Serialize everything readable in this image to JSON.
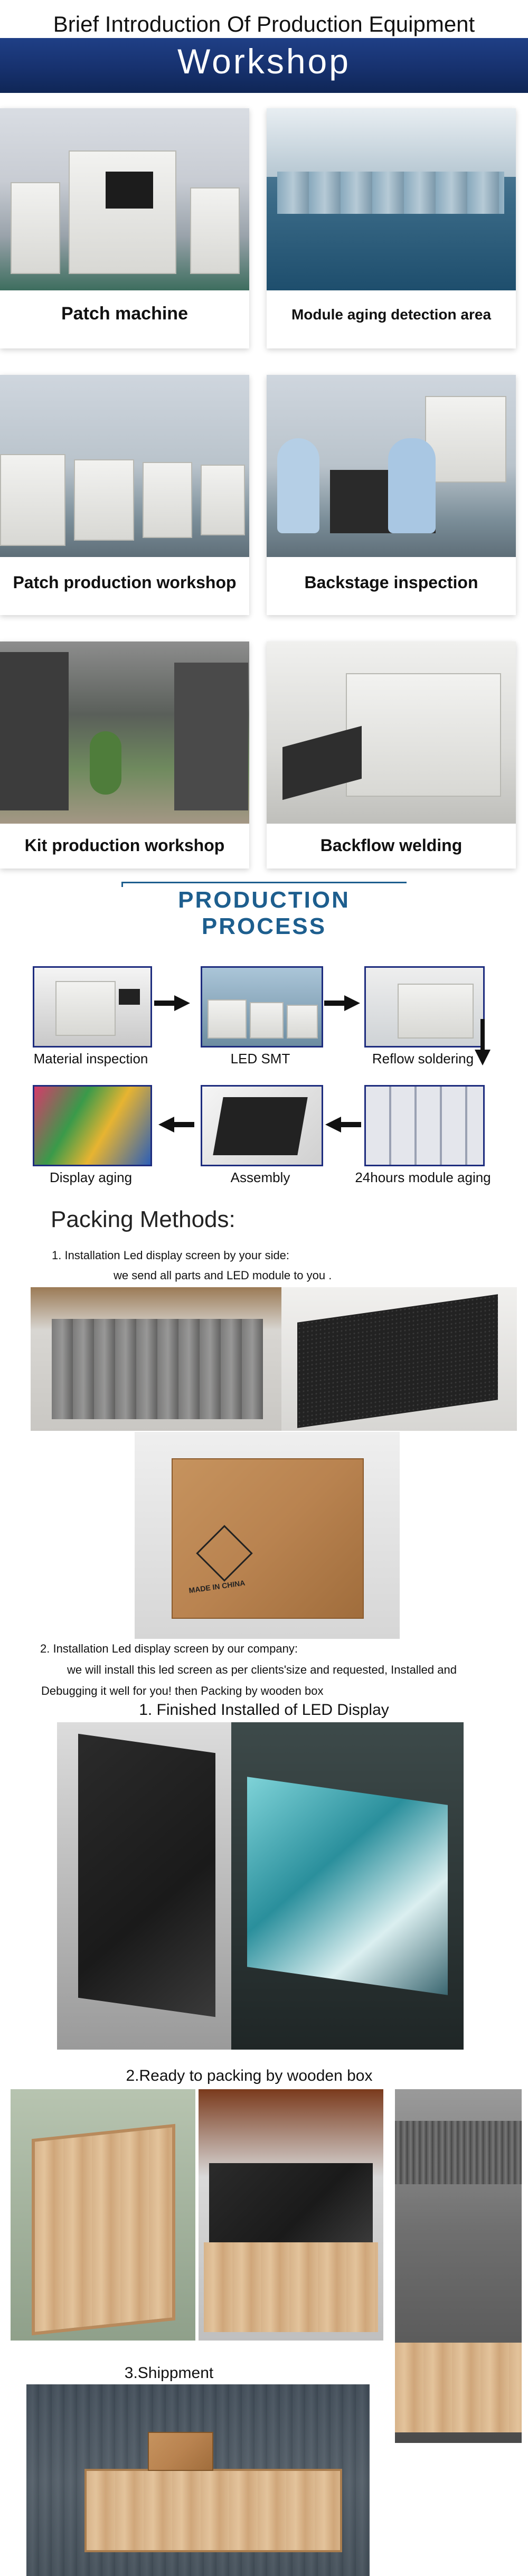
{
  "header": {
    "intro_title": "Brief Introduction Of Production Equipment",
    "banner_title": "Workshop"
  },
  "workshop": {
    "items": [
      {
        "caption": "Patch machine"
      },
      {
        "caption": "Module aging detection area"
      },
      {
        "caption": "Patch production workshop"
      },
      {
        "caption": "Backstage inspection"
      },
      {
        "caption": "Kit production workshop"
      },
      {
        "caption": "Backflow welding"
      }
    ]
  },
  "process": {
    "title": "PRODUCTION PROCESS",
    "steps": [
      {
        "label": "Material inspection"
      },
      {
        "label": "LED SMT"
      },
      {
        "label": "Reflow soldering"
      },
      {
        "label": "Display aging"
      },
      {
        "label": "Assembly"
      },
      {
        "label": "24hours module aging"
      }
    ]
  },
  "packing": {
    "title": "Packing Methods:",
    "method1_heading": "1. Installation Led display screen by your side:",
    "method1_text": "we send all parts and LED module to you .",
    "box_label": "MADE IN CHINA",
    "method2_heading": "2. Installation Led display screen by our company:",
    "method2_text_line1": "we will install this led screen as per clients'size and requested, Installed and",
    "method2_text_line2": "Debugging it well for you! then Packing by wooden box",
    "step1": "1. Finished Installed of LED Display",
    "step2": "2.Ready to packing by wooden box",
    "step3": "3.Shippment"
  }
}
